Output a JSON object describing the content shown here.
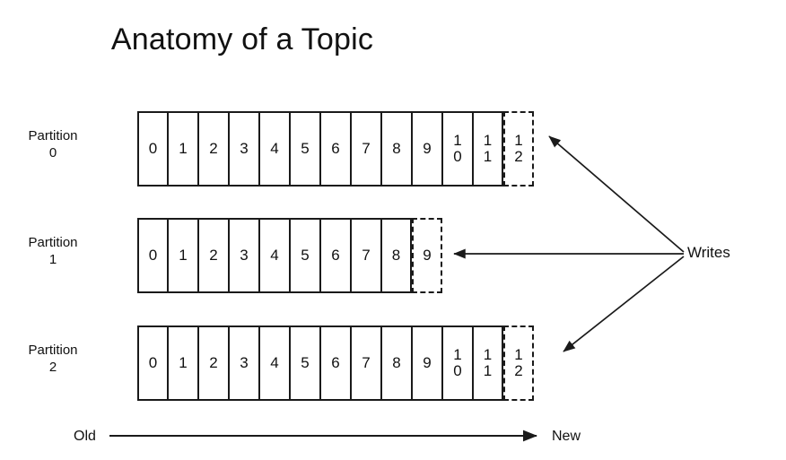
{
  "title": "Anatomy of a Topic",
  "colors": {
    "stroke": "#1a1a1a",
    "text": "#111111",
    "background": "#ffffff"
  },
  "partitions": [
    {
      "label_line1": "Partition",
      "label_line2": "0",
      "committed": [
        "0",
        "1",
        "2",
        "3",
        "4",
        "5",
        "6",
        "7",
        "8",
        "9",
        "10",
        "11"
      ],
      "pending": "12"
    },
    {
      "label_line1": "Partition",
      "label_line2": "1",
      "committed": [
        "0",
        "1",
        "2",
        "3",
        "4",
        "5",
        "6",
        "7",
        "8"
      ],
      "pending": "9"
    },
    {
      "label_line1": "Partition",
      "label_line2": "2",
      "committed": [
        "0",
        "1",
        "2",
        "3",
        "4",
        "5",
        "6",
        "7",
        "8",
        "9",
        "10",
        "11"
      ],
      "pending": "12"
    }
  ],
  "writes": {
    "label": "Writes"
  },
  "timeline": {
    "old_label": "Old",
    "new_label": "New"
  }
}
